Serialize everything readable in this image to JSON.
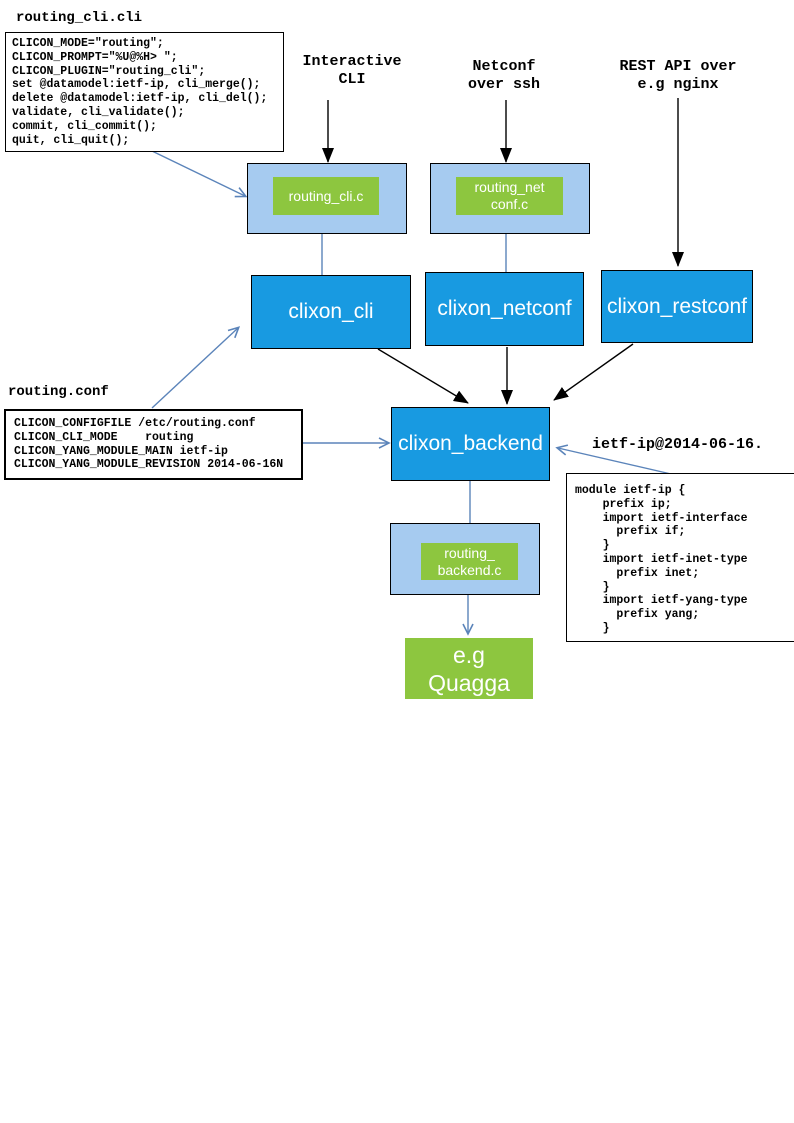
{
  "colors": {
    "daemon_blue": "#189ae1",
    "plugin_light_blue": "#a6cbf0",
    "green": "#8dc63f",
    "blue_arrow": "#5b84ba",
    "black_arrow": "#000000"
  },
  "cli_config": {
    "title": "routing_cli.cli",
    "code": "CLICON_MODE=\"routing\";\nCLICON_PROMPT=\"%U@%H> \";\nCLICON_PLUGIN=\"routing_cli\";\nset @datamodel:ietf-ip, cli_merge();\ndelete @datamodel:ietf-ip, cli_del();\nvalidate, cli_validate();\ncommit, cli_commit();\nquit, cli_quit();"
  },
  "conf": {
    "title": "routing.conf",
    "code": "CLICON_CONFIGFILE /etc/routing.conf\nCLICON_CLI_MODE    routing\nCLICON_YANG_MODULE_MAIN ietf-ip\nCLICON_YANG_MODULE_REVISION 2014-06-16N"
  },
  "yang": {
    "label": "ietf-ip@2014-06-16.",
    "code": "module ietf-ip {\n    prefix ip;\n    import ietf-interface\n      prefix if;\n    }\n    import ietf-inet-type\n      prefix inet;\n    }\n    import ietf-yang-type\n      prefix yang;\n    }"
  },
  "arrow_labels": {
    "interactive_cli": "Interactive\nCLI",
    "netconf_ssh": "Netconf\nover ssh",
    "rest_api": "REST API over\ne.g nginx"
  },
  "plugins": {
    "cli": "routing_cli.c",
    "netconf": "routing_net\nconf.c",
    "backend": "routing_\nbackend.c"
  },
  "daemons": {
    "cli": "clixon_cli",
    "netconf": "clixon_netconf",
    "restconf": "clixon_restconf",
    "backend": "clixon_backend"
  },
  "terminal": {
    "quagga": "e.g\nQuagga"
  }
}
